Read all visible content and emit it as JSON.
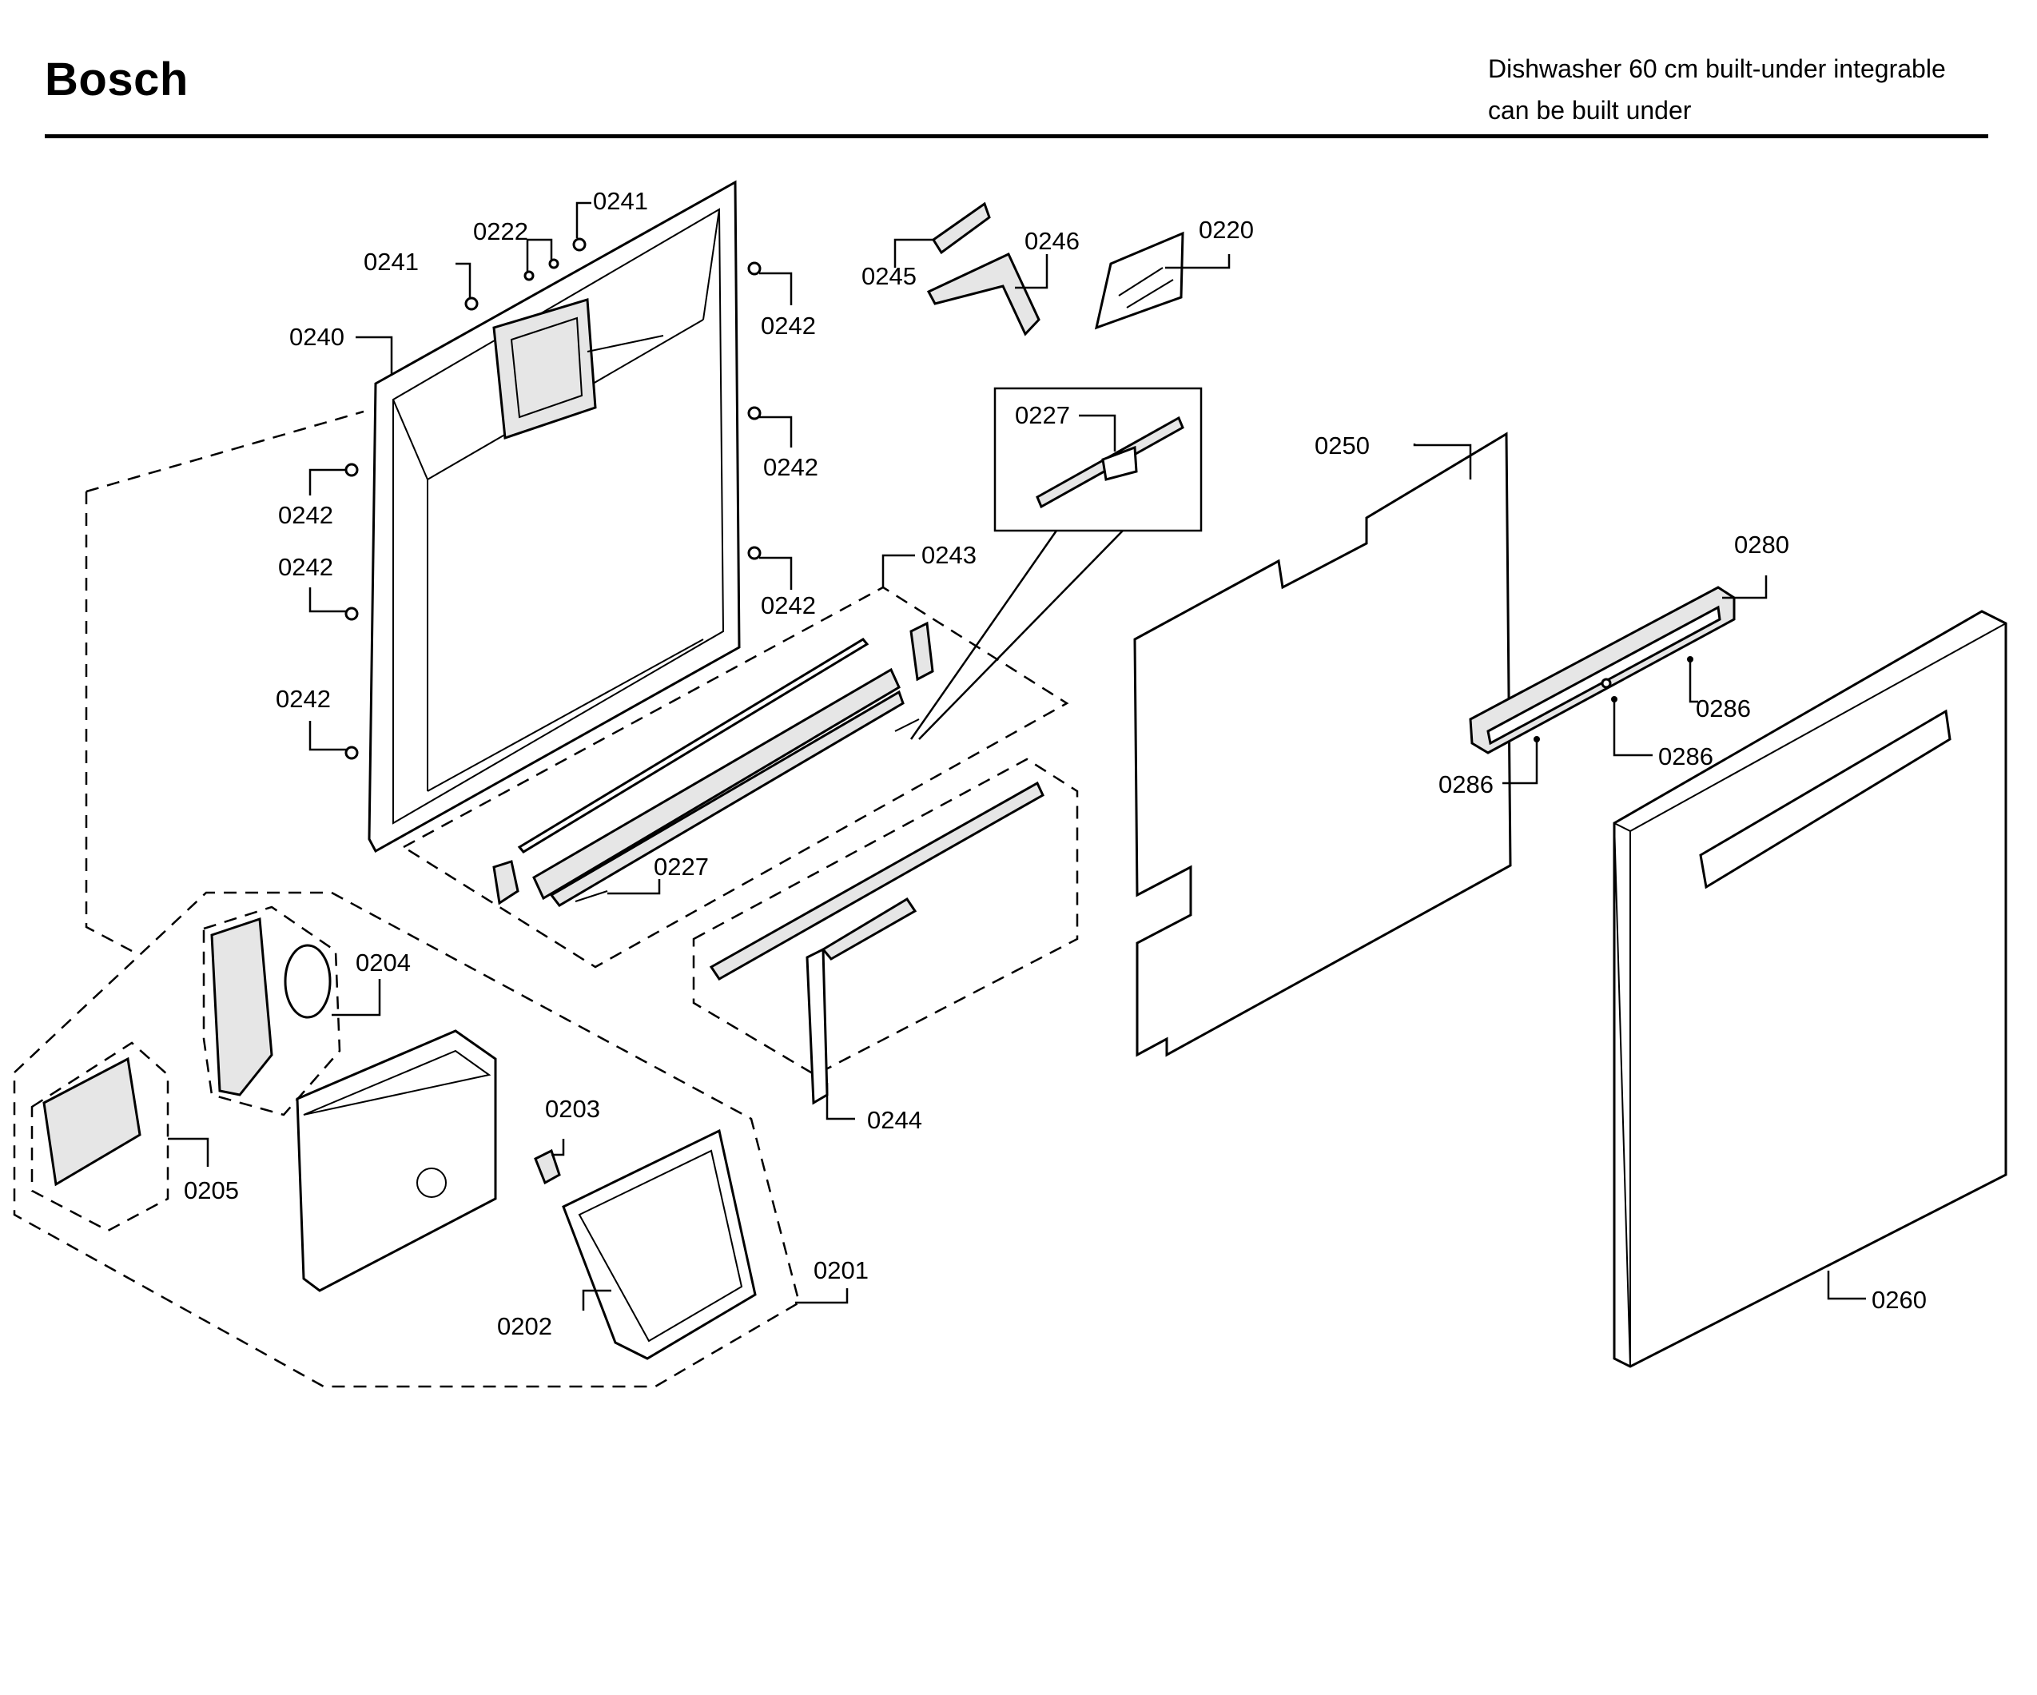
{
  "header": {
    "brand": "Bosch",
    "subtitle_line1": "Dishwasher 60 cm built-under integrable",
    "subtitle_line2": "can be built under"
  },
  "labels": {
    "p0241a": "0241",
    "p0241b": "0241",
    "p0222": "0222",
    "p0240": "0240",
    "p0242a": "0242",
    "p0242b": "0242",
    "p0242c": "0242",
    "p0242d": "0242",
    "p0242e": "0242",
    "p0242f": "0242",
    "p0245": "0245",
    "p0246": "0246",
    "p0220": "0220",
    "p0227a": "0227",
    "p0227b": "0227",
    "p0243": "0243",
    "p0244": "0244",
    "p0250": "0250",
    "p0280": "0280",
    "p0286a": "0286",
    "p0286b": "0286",
    "p0286c": "0286",
    "p0260": "0260",
    "p0204": "0204",
    "p0205": "0205",
    "p0203": "0203",
    "p0202": "0202",
    "p0201": "0201"
  }
}
